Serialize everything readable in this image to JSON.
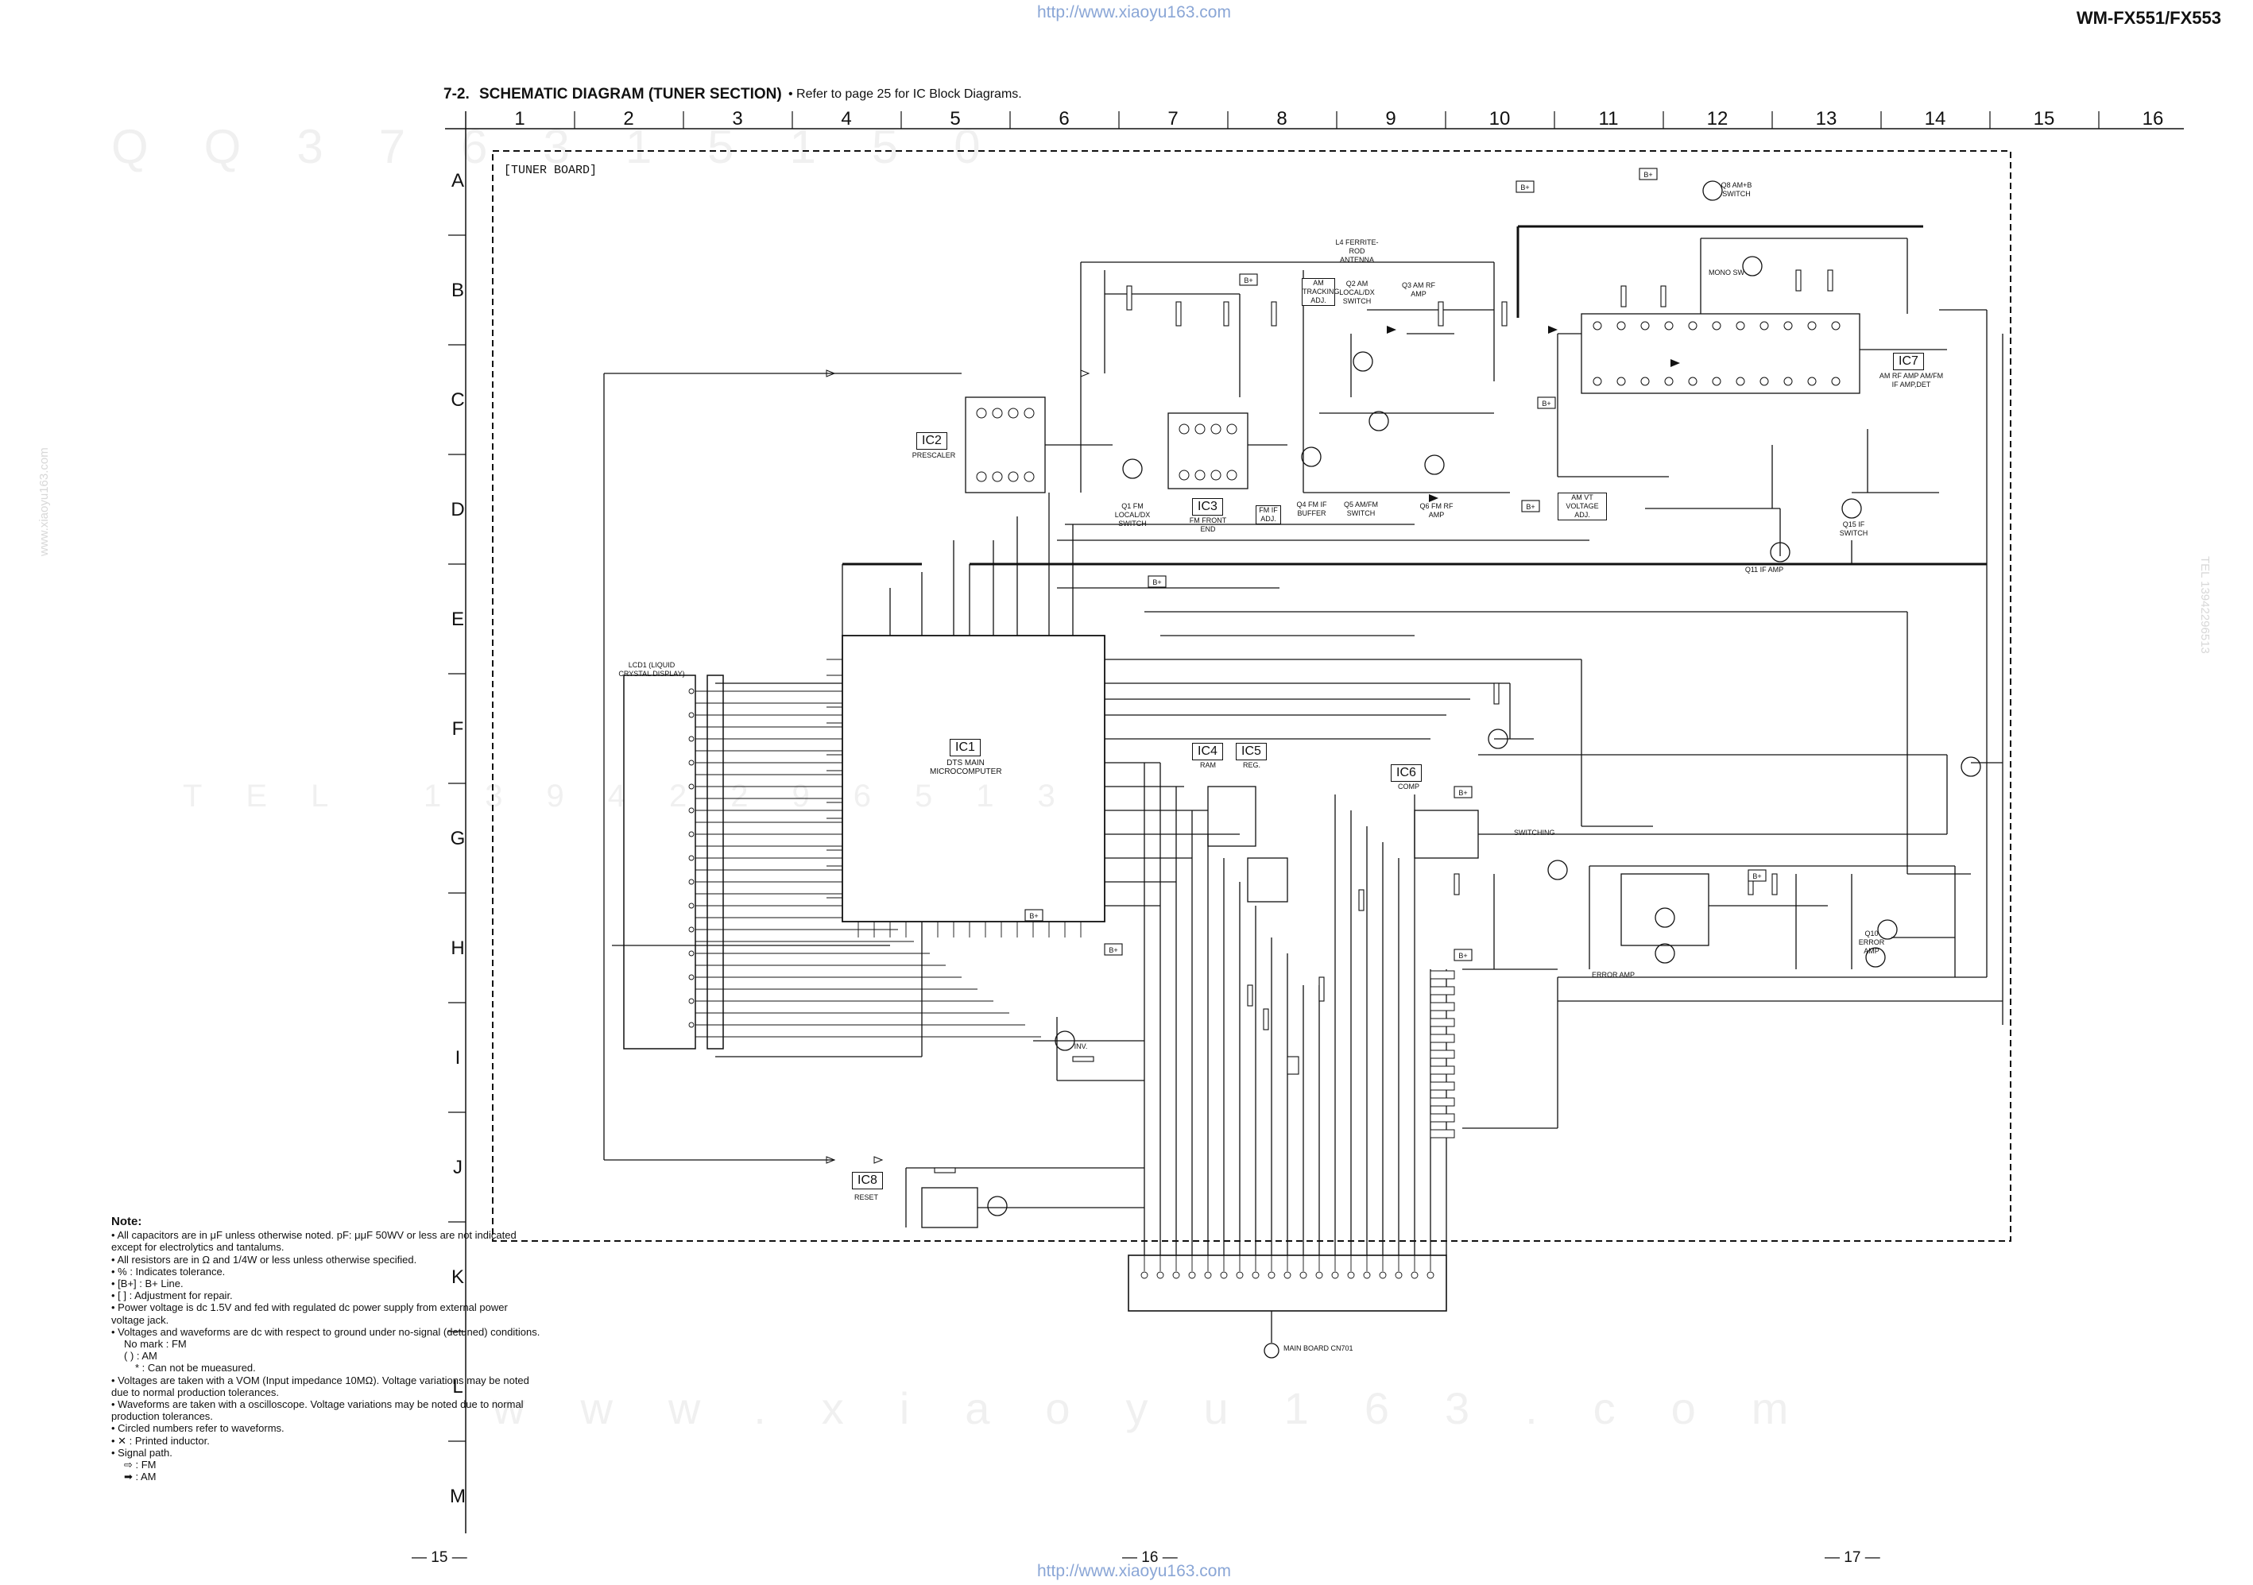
{
  "url_top": "http://www.xiaoyu163.com",
  "url_bottom": "http://www.xiaoyu163.com",
  "model": "WM-FX551/FX553",
  "section_number": "7-2.",
  "section_title": "SCHEMATIC DIAGRAM (TUNER SECTION)",
  "reference_note": "• Refer to page 25 for IC Block Diagrams.",
  "columns": [
    "1",
    "2",
    "3",
    "4",
    "5",
    "6",
    "7",
    "8",
    "9",
    "10",
    "11",
    "12",
    "13",
    "14",
    "15",
    "16"
  ],
  "rows": [
    "A",
    "B",
    "C",
    "D",
    "E",
    "F",
    "G",
    "H",
    "I",
    "J",
    "K",
    "L",
    "M"
  ],
  "board_label": "[TUNER BOARD]",
  "ics": {
    "ic1": {
      "tag": "IC1",
      "desc": "DTS MAIN MICROCOMPUTER"
    },
    "ic2": {
      "tag": "IC2",
      "desc": "PRESCALER"
    },
    "ic3": {
      "tag": "IC3",
      "desc": "FM FRONT END"
    },
    "ic4": {
      "tag": "IC4",
      "desc": "RAM"
    },
    "ic5": {
      "tag": "IC5",
      "desc": "REG."
    },
    "ic6": {
      "tag": "IC6",
      "desc": "COMP"
    },
    "ic7": {
      "tag": "IC7",
      "desc": "AM RF AMP AM/FM IF AMP,DET"
    },
    "ic8": {
      "tag": "IC8",
      "desc": "RESET"
    }
  },
  "component_labels": {
    "lcd": "LCD1 (LIQUID CRYSTAL DISPLAY)",
    "antenna": "L4 FERRITE-ROD ANTENNA",
    "q3": "Q3 AM RF AMP",
    "q1": "Q1 FM LOCAL/DX SWITCH",
    "q4": "Q4 FM IF BUFFER",
    "q5": "Q5 AM/FM SWITCH",
    "q6": "Q6 FM RF AMP",
    "q2": "Q2 AM LOCAL/DX SWITCH",
    "q8": "Q8 AM+B SWITCH",
    "mono": "MONO SW",
    "q15": "Q15 IF SWITCH",
    "q11": "Q11 IF AMP",
    "q10": "Q10 ERROR AMP",
    "error_amp": "ERROR AMP",
    "switching": "SWITCHING",
    "inv": "INV.",
    "am_tracking": "AM TRACKING ADJ.",
    "fm_if": "FM IF ADJ.",
    "am_vt": "AM VT VOLTAGE ADJ.",
    "main_board": "MAIN BOARD CN701"
  },
  "note_title": "Note:",
  "notes": [
    "• All capacitors are in μF unless otherwise noted. pF: μμF 50WV or less are not indicated except for electrolytics and tantalums.",
    "• All resistors are in Ω and 1/4W or less unless otherwise specified.",
    "• % : Indicates tolerance.",
    "• [B+] : B+ Line.",
    "• [   ] : Adjustment for repair.",
    "• Power voltage is dc 1.5V and fed with regulated dc power supply from external power voltage jack.",
    "• Voltages and waveforms are dc with respect to ground under no-signal (detuned) conditions.",
    "No mark : FM",
    "(    ) : AM",
    "* : Can not be mueasured.",
    "• Voltages are taken with a VOM (Input impedance 10MΩ). Voltage variations may be noted due to normal production tolerances.",
    "• Waveforms are taken with a oscilloscope. Voltage variations may be noted due to normal production tolerances.",
    "• Circled numbers refer to waveforms.",
    "• ✕ : Printed inductor.",
    "• Signal path.",
    "⇨ : FM",
    "➡ : AM"
  ],
  "page_numbers": [
    "— 15 —",
    "— 16 —",
    "— 17 —"
  ],
  "watermark_rows": [
    "QQ376315150",
    "TEL 13942296513",
    "www.xiaoyu163.com"
  ]
}
